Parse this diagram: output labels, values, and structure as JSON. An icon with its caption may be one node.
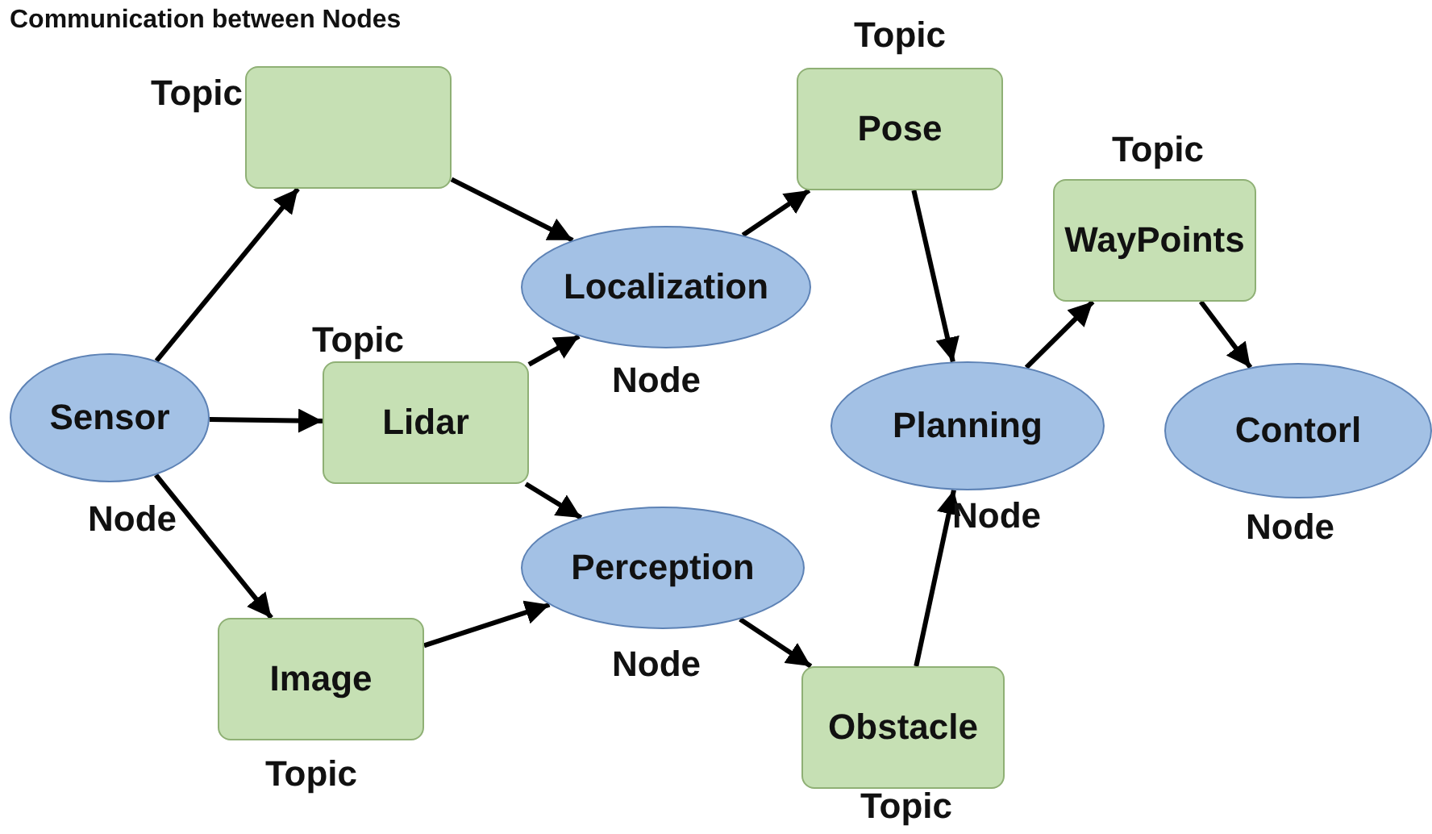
{
  "diagram": {
    "title": "Communication between Nodes",
    "nodes": [
      {
        "text": [
          "Sensor"
        ],
        "beside": [
          "Node"
        ]
      },
      {
        "text": [],
        "shape": "box",
        "beside": [
          "Topic"
        ]
      },
      {
        "text": [
          "Lidar"
        ],
        "beside": [
          "Topic"
        ]
      },
      {
        "text": [
          "Image"
        ],
        "beside": [
          "Topic"
        ]
      },
      {
        "text": [
          "Localization"
        ],
        "beside": [
          "Node"
        ]
      },
      {
        "text": [
          "Perception"
        ],
        "beside": [
          "Node"
        ]
      },
      {
        "text": [
          "Pose"
        ],
        "beside": [
          "Topic"
        ]
      },
      {
        "text": [
          "Obstacle"
        ],
        "beside": [
          "Topic"
        ]
      },
      {
        "text": [
          "Planning"
        ],
        "beside": [
          "Node"
        ]
      },
      {
        "text": [
          "WayPoints"
        ],
        "beside": [
          "Topic"
        ]
      },
      {
        "text": [
          "Contorl"
        ],
        "beside": [
          "Node"
        ]
      }
    ],
    "edges": [
      {
        "from": 0,
        "to": 1,
        "arrow": "to"
      },
      {
        "from": 0,
        "to": 2,
        "arrow": "to"
      },
      {
        "from": 0,
        "to": 3,
        "arrow": "to"
      },
      {
        "from": 1,
        "to": 4,
        "arrow": "to"
      },
      {
        "from": 2,
        "to": 4,
        "arrow": "to"
      },
      {
        "from": 2,
        "to": 5,
        "arrow": "to"
      },
      {
        "from": 3,
        "to": 5,
        "arrow": "to"
      },
      {
        "from": 4,
        "to": 6,
        "arrow": "to"
      },
      {
        "from": 5,
        "to": 7,
        "arrow": "to"
      },
      {
        "from": 6,
        "to": 8,
        "arrow": "to"
      },
      {
        "from": 7,
        "to": 8,
        "arrow": "to"
      },
      {
        "from": 8,
        "to": 9,
        "arrow": "to"
      },
      {
        "from": 9,
        "to": 10,
        "arrow": "to"
      }
    ]
  }
}
